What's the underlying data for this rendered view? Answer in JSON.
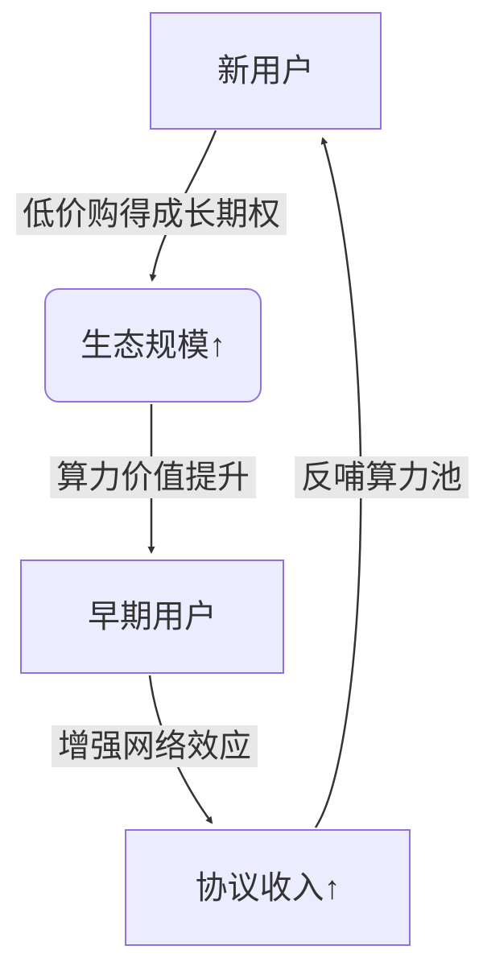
{
  "diagram": {
    "type": "flowchart",
    "direction": "top-down-cycle",
    "nodes": [
      {
        "id": "new-user",
        "label": "新用户",
        "shape": "rect"
      },
      {
        "id": "ecosystem-scale",
        "label": "生态规模↑",
        "shape": "rounded-rect"
      },
      {
        "id": "early-users",
        "label": "早期用户",
        "shape": "rect"
      },
      {
        "id": "protocol-revenue",
        "label": "协议收入↑",
        "shape": "rect"
      }
    ],
    "edges": [
      {
        "from": "new-user",
        "to": "ecosystem-scale",
        "label": "低价购得成长期权"
      },
      {
        "from": "ecosystem-scale",
        "to": "early-users",
        "label": "算力价值提升"
      },
      {
        "from": "early-users",
        "to": "protocol-revenue",
        "label": "增强网络效应"
      },
      {
        "from": "protocol-revenue",
        "to": "new-user",
        "label": "反哺算力池"
      }
    ],
    "colors": {
      "node_fill": "#ECECFF",
      "node_border": "#9370DB",
      "edge_label_bg": "#E8E8E8",
      "arrow": "#333333",
      "text": "#333333"
    }
  }
}
